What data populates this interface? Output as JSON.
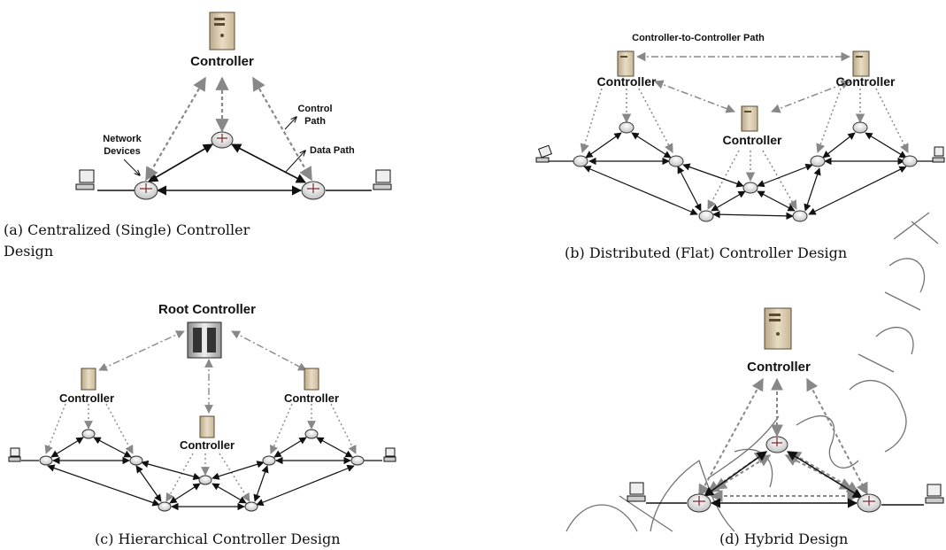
{
  "panels": {
    "a": {
      "controller_label": "Controller",
      "network_devices_label_1": "Network",
      "network_devices_label_2": "Devices",
      "control_path_label_1": "Control",
      "control_path_label_2": "Path",
      "data_path_label": "Data Path",
      "caption_line1": "(a) Centralized (Single) Controller",
      "caption_line2": "Design"
    },
    "b": {
      "c2c_label": "Controller-to-Controller Path",
      "controller_labels": [
        "Controller",
        "Controller",
        "Controller"
      ],
      "caption": "(b) Distributed (Flat) Controller Design"
    },
    "c": {
      "root_label": "Root Controller",
      "controller_labels": [
        "Controller",
        "Controller",
        "Controller"
      ],
      "caption": "(c) Hierarchical Controller Design"
    },
    "d": {
      "controller_label": "Controller",
      "caption": "(d) Hybrid Design"
    }
  },
  "watermark": "MANUSCRIPT",
  "colors": {
    "control_path": "#8a8a8a",
    "data_path": "#111111",
    "server_body": "#d8c8a8",
    "router_body": "#dcdcdc"
  }
}
